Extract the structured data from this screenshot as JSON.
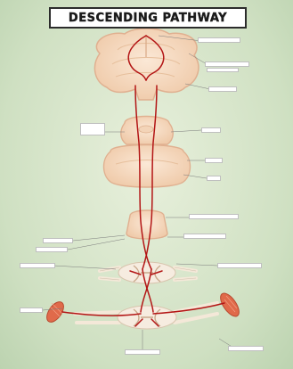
{
  "title": "DESCENDING PATHWAY",
  "colors": {
    "background": "#dfe9d3",
    "brain_tissue": "#f5d9c0",
    "tissue_outline": "#e0b090",
    "pathway": "#b31515",
    "muscle": "#e06a4a",
    "nerve": "#f4e8d8"
  },
  "labels": [
    {
      "id": "top-cortex-label",
      "text": ""
    },
    {
      "id": "cortex-right-label-1",
      "text": ""
    },
    {
      "id": "cortex-right-label-2",
      "text": ""
    },
    {
      "id": "cortex-right-label-3",
      "text": ""
    },
    {
      "id": "midbrain-left-label",
      "text": ""
    },
    {
      "id": "midbrain-right-label",
      "text": ""
    },
    {
      "id": "pons-right-label-1",
      "text": ""
    },
    {
      "id": "pons-right-label-2",
      "text": ""
    },
    {
      "id": "medulla-right-label",
      "text": ""
    },
    {
      "id": "medulla-left-label-1",
      "text": ""
    },
    {
      "id": "medulla-left-label-2",
      "text": ""
    },
    {
      "id": "medulla-right-label-2",
      "text": ""
    },
    {
      "id": "spinal-left-label",
      "text": ""
    },
    {
      "id": "spinal-right-label",
      "text": ""
    },
    {
      "id": "muscle-left-label",
      "text": ""
    },
    {
      "id": "bottom-center-label",
      "text": ""
    },
    {
      "id": "bottom-right-label",
      "text": ""
    }
  ]
}
